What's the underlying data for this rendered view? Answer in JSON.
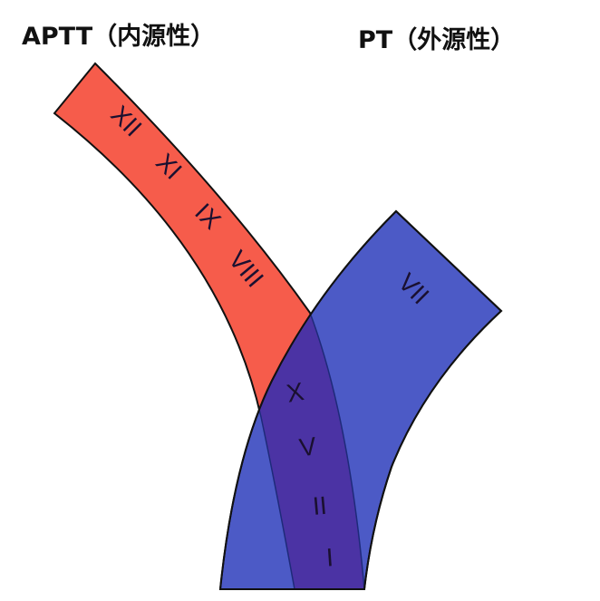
{
  "titles": {
    "aptt": "APTT（内源性）",
    "pt": "PT（外源性）"
  },
  "intrinsic_factors": [
    "XII",
    "XI",
    "IX",
    "VIII"
  ],
  "extrinsic_factors": [
    "VII"
  ],
  "common_factors": [
    "X",
    "V",
    "II",
    "I"
  ],
  "colors": {
    "intrinsic": "#f65c4b",
    "extrinsic": "#4c5ac6",
    "common": "#4b33a4"
  }
}
